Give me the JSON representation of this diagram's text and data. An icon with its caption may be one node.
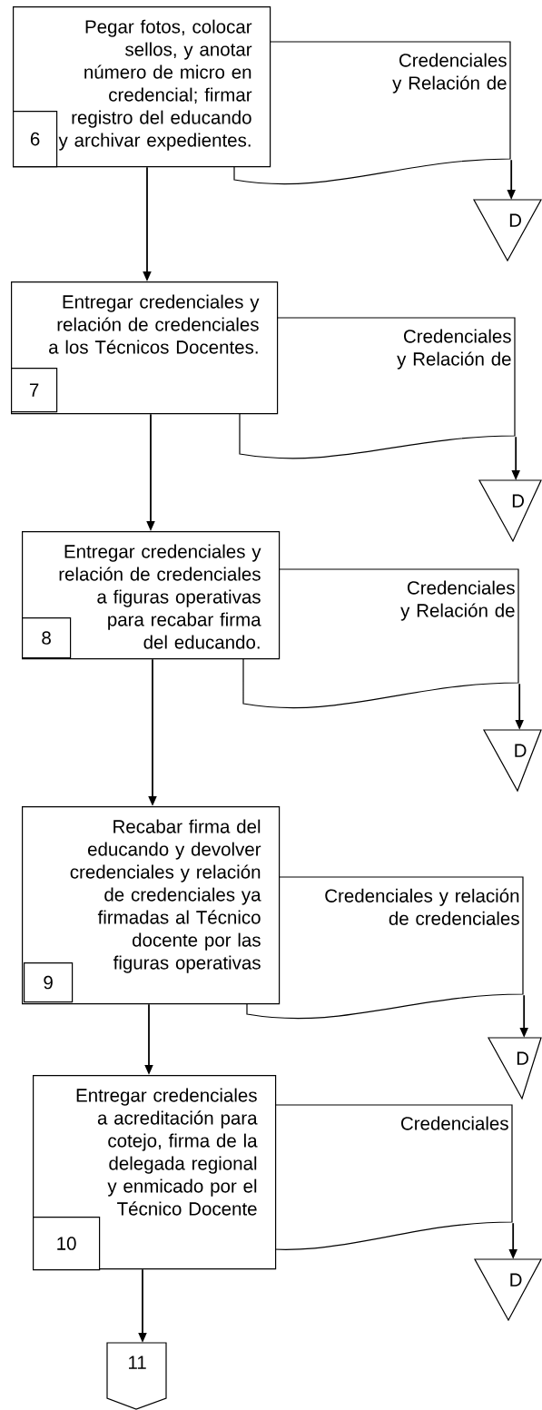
{
  "diagram": {
    "nodes": [
      {
        "text": [
          "Pegar fotos, colocar sellos, y anotar número de micro en credencial; firmar registro del educando y archivar expedientes."
        ]
      },
      {
        "text": [
          "6"
        ],
        "in": 0
      },
      {
        "text": [
          "Credenciales y Relación de"
        ]
      },
      {
        "text": [
          "D"
        ]
      },
      {
        "text": [
          "Entregar credenciales y relación de credenciales a los Técnicos Docentes."
        ]
      },
      {
        "text": [
          "7"
        ],
        "in": 4
      },
      {
        "text": [
          "Credenciales y Relación de"
        ]
      },
      {
        "text": [
          "D"
        ]
      },
      {
        "text": [
          "Entregar credenciales y relación de credenciales a figuras operativas para recabar firma del educando."
        ]
      },
      {
        "text": [
          "8"
        ],
        "in": 8
      },
      {
        "text": [
          "Credenciales y Relación de"
        ]
      },
      {
        "text": [
          "D"
        ]
      },
      {
        "text": [
          "Recabar  firma del educando y devolver credenciales y relación de credenciales ya firmadas al Técnico docente por las figuras operativas"
        ]
      },
      {
        "text": [
          "9"
        ],
        "in": 12
      },
      {
        "text": [
          "Credenciales y relación de credenciales"
        ]
      },
      {
        "text": [
          "D"
        ]
      },
      {
        "text": [
          "Entregar credenciales a acreditación para cotejo, firma de la delegada regional y enmicado por el Técnico Docente"
        ]
      },
      {
        "text": [
          "10"
        ],
        "in": 16
      },
      {
        "text": [
          "Credenciales"
        ]
      },
      {
        "text": [
          "D"
        ]
      },
      {
        "text": [
          "11"
        ]
      }
    ],
    "edges": [
      {
        "from": 0,
        "to": 4,
        "arrow": "to"
      },
      {
        "from": 2,
        "to": 3,
        "arrow": "to"
      },
      {
        "from": 4,
        "to": 8,
        "arrow": "to"
      },
      {
        "from": 6,
        "to": 7,
        "arrow": "to"
      },
      {
        "from": 8,
        "to": 12,
        "arrow": "to"
      },
      {
        "from": 10,
        "to": 11,
        "arrow": "to"
      },
      {
        "from": 12,
        "to": 16,
        "arrow": "to"
      },
      {
        "from": 14,
        "to": 15,
        "arrow": "to"
      },
      {
        "from": 16,
        "to": 20,
        "arrow": "to"
      },
      {
        "from": 18,
        "to": 19,
        "arrow": "to"
      }
    ]
  }
}
